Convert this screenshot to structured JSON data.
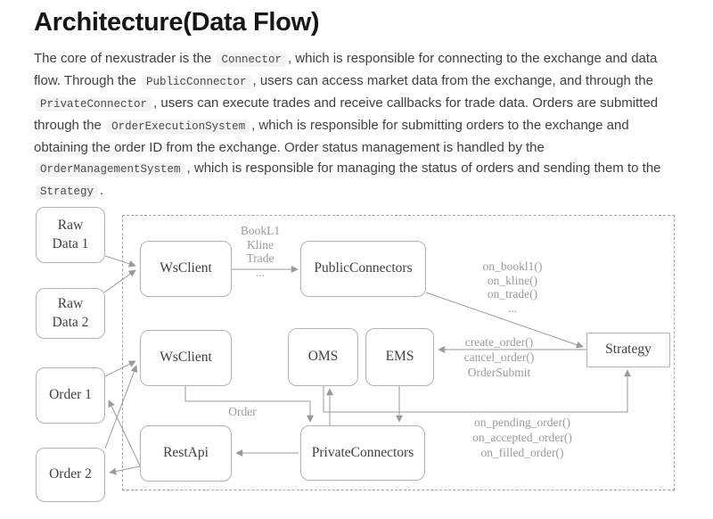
{
  "page": {
    "title": "Architecture(Data Flow)"
  },
  "intro": {
    "segments": [
      "The core of nexustrader is the ",
      "Connector",
      ", which is responsible for connecting to the exchange and data flow. Through the ",
      "PublicConnector",
      ", users can access market data from the exchange, and through the ",
      "PrivateConnector",
      ", users can execute trades and receive callbacks for trade data. Orders are submitted through the ",
      "OrderExecutionSystem",
      ", which is responsible for submitting orders to the exchange and obtaining the order ID from the exchange. Order status management is handled by the ",
      "OrderManagementSystem",
      ", which is responsible for managing the status of orders and sending them to the ",
      "Strategy",
      "."
    ]
  },
  "diagram": {
    "nodes": {
      "raw_data_1": "Raw Data 1",
      "raw_data_2": "Raw Data 2",
      "order_1": "Order 1",
      "order_2": "Order 2",
      "ws_client_1": "WsClient",
      "ws_client_2": "WsClient",
      "rest_api": "RestApi",
      "public_connectors": "PublicConnectors",
      "private_connectors": "PrivateConnectors",
      "oms": "OMS",
      "ems": "EMS",
      "strategy": "Strategy"
    },
    "labels": {
      "market_stream": [
        "BookL1",
        "Kline",
        "Trade",
        "..."
      ],
      "public_callbacks": [
        "on_bookl1()",
        "on_kline()",
        "on_trade()",
        "..."
      ],
      "order_commands": [
        "create_order()",
        "cancel_order()",
        "OrderSubmit"
      ],
      "order_callbacks": [
        "on_pending_order()",
        "on_accepted_order()",
        "on_filled_order()"
      ],
      "order_flow": "Order"
    },
    "colors": {
      "line": "#9a9a9a",
      "node_border": "#b3b3b3",
      "node_text": "#414141",
      "label_text": "#9a9a9a",
      "boundary_dash": "#a6a6a6",
      "code_background": "#f3f3f3"
    }
  }
}
